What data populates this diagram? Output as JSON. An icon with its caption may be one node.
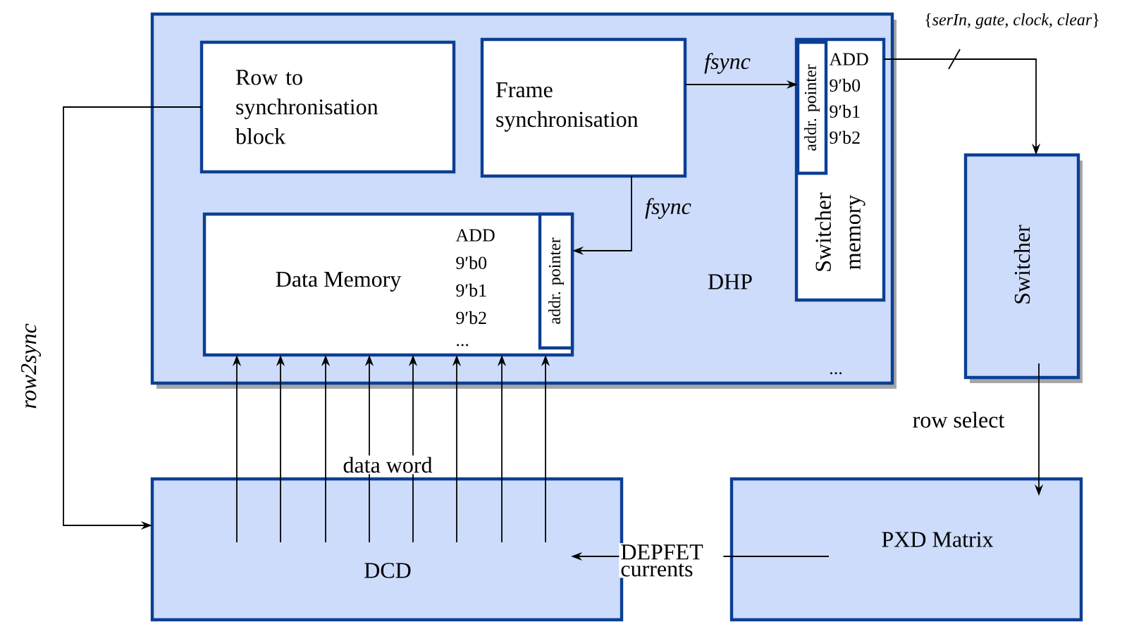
{
  "diagram": {
    "nodes": [
      {
        "text": [
          "DHP"
        ]
      },
      {
        "text": [
          "Row to synchronisation block"
        ],
        "in": 0
      },
      {
        "text": [
          "Frame synchronisation"
        ],
        "in": 0
      },
      {
        "text": [
          "Data Memory",
          "ADD",
          "9′b0",
          "9′b1",
          "9′b2",
          "..."
        ],
        "in": 0
      },
      {
        "text": [
          "addr. pointer"
        ],
        "in": 3
      },
      {
        "text": [
          "Switcher memory",
          "ADD",
          "9′b0",
          "9′b1",
          "9′b2"
        ],
        "in": 0
      },
      {
        "text": [
          "addr. pointer"
        ],
        "in": 5
      },
      {
        "text": [
          "Switcher"
        ]
      },
      {
        "text": [
          "DCD"
        ]
      },
      {
        "text": [
          "PXD Matrix"
        ]
      }
    ],
    "edges": [
      {
        "from": 1,
        "to": 8,
        "arrow": "to",
        "label": "row2sync"
      },
      {
        "from": 2,
        "to": 6,
        "arrow": "to",
        "label": "fsync"
      },
      {
        "from": 2,
        "to": 4,
        "arrow": "to",
        "label": "fsync"
      },
      {
        "from": 5,
        "to": 7,
        "arrow": "to",
        "label": "{*serIn*, *gate*, *clock*, *clear*}"
      },
      {
        "from": 8,
        "to": 3,
        "arrow": "to"
      },
      {
        "from": 8,
        "to": 3,
        "arrow": "to"
      },
      {
        "from": 8,
        "to": 3,
        "arrow": "to"
      },
      {
        "from": 8,
        "to": 3,
        "arrow": "to",
        "label": "data word"
      },
      {
        "from": 8,
        "to": 3,
        "arrow": "to"
      },
      {
        "from": 8,
        "to": 3,
        "arrow": "to"
      },
      {
        "from": 8,
        "to": 3,
        "arrow": "to"
      },
      {
        "from": 8,
        "to": 3,
        "arrow": "to"
      },
      {
        "from": 7,
        "to": 9,
        "arrow": "to",
        "label": "row select"
      },
      {
        "from": 9,
        "to": 8,
        "arrow": "to",
        "label": "DEPFET currents"
      }
    ],
    "labels": [
      "..."
    ]
  }
}
